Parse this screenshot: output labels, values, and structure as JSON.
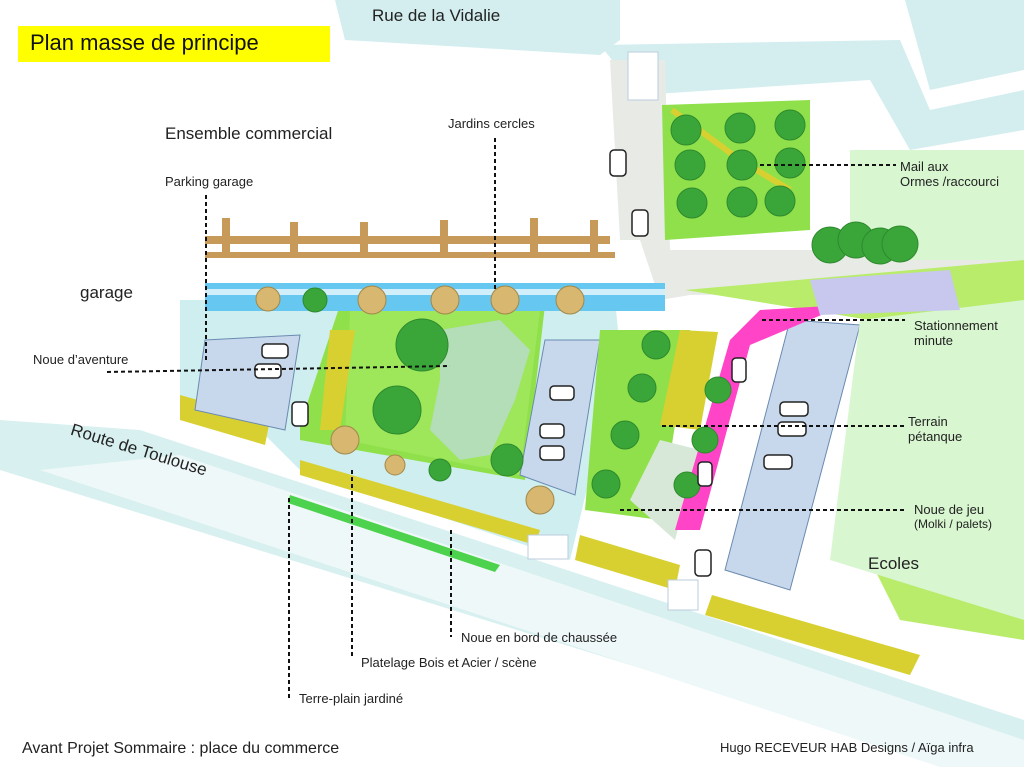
{
  "title": "Plan masse de principe",
  "streets": {
    "top": "Rue de la Vidalie",
    "left": "Route de Toulouse"
  },
  "zones": {
    "commercial": "Ensemble commercial",
    "garage": "garage",
    "schools": "Ecoles"
  },
  "labels": {
    "parking_garage": "Parking garage",
    "jardins_cercles": "Jardins cercles",
    "noue_aventure": "Noue d’aventure",
    "mail_ormes_1": "Mail aux",
    "mail_ormes_2": "Ormes /raccourci",
    "stationnement_1": "Stationnement",
    "stationnement_2": "minute",
    "petanque_1": "Terrain",
    "petanque_2": "pétanque",
    "noue_jeu_1": "Noue de jeu",
    "noue_jeu_2": "(Molki / palets)",
    "noue_chaussee": "Noue en bord de chaussée",
    "platelage": "Platelage Bois et Acier / scène",
    "terre_plain": "Terre-plain jardiné"
  },
  "footer": {
    "left": "Avant Projet Sommaire  : place du commerce",
    "right": "Hugo RECEVEUR HAB Designs / Aïga infra"
  },
  "colors": {
    "road": "#d4eef0",
    "grass": "#8fe04a",
    "lawn": "#b8ec6a",
    "tree": "#3aa63a",
    "pink": "#ff44c8",
    "yellow": "#d8d030",
    "wood": "#c89a5a",
    "parking": "#c8d8ec",
    "water": "#66c8f0"
  }
}
